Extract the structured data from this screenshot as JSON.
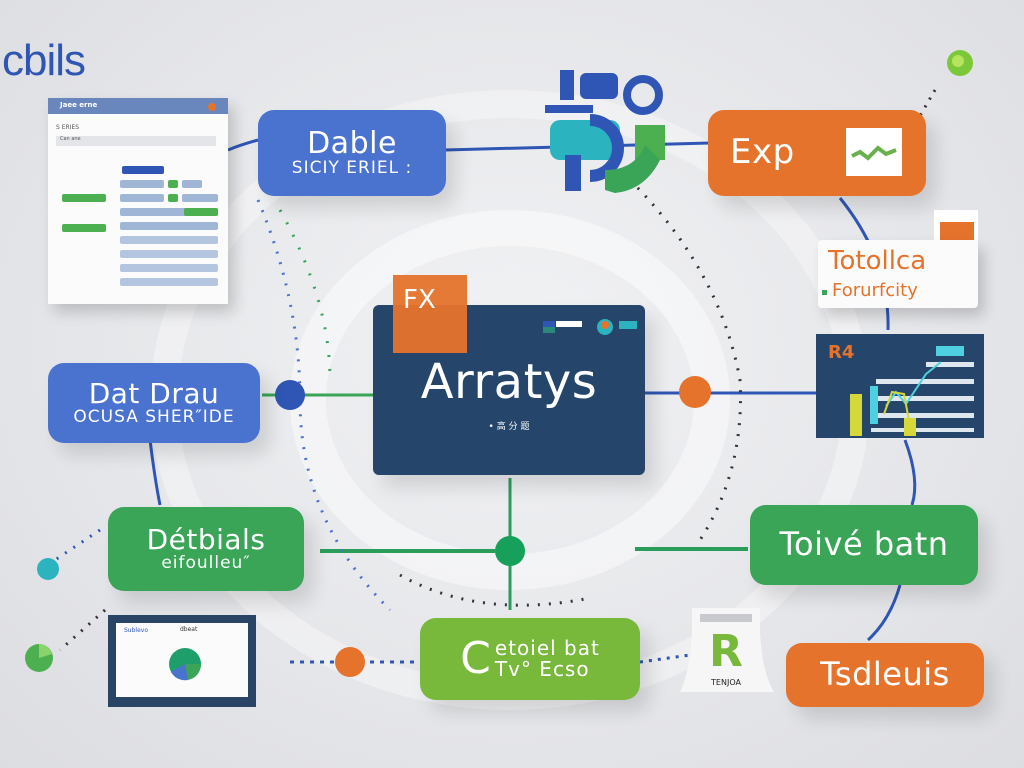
{
  "brand": {
    "logo_text": "cbils"
  },
  "center": {
    "badge": "FX",
    "title": "Arratys",
    "caption": "• 高 分 题",
    "icons": [
      "table-widget-icon",
      "globe-icon",
      "card-icon"
    ]
  },
  "nodes": [
    {
      "id": "dable",
      "line1": "Dable",
      "line2": "SICIY ERIEL :",
      "color": "#4a72cf"
    },
    {
      "id": "exp",
      "line1": "Exp",
      "line2": "",
      "color": "#e5732c"
    },
    {
      "id": "totollca",
      "line1": "Totollca",
      "line2": "Forurfcity",
      "color": "#e5732c"
    },
    {
      "id": "dat-drau",
      "line1": "Dat Drau",
      "line2": "OCUSA SHER″IDE",
      "color": "#4a72cf"
    },
    {
      "id": "detbials",
      "line1": "Détbials",
      "line2": "eifoulleu″",
      "color": "#3aa457"
    },
    {
      "id": "toive-batn",
      "line1": "Toivé batn",
      "line2": "",
      "color": "#3aa457"
    },
    {
      "id": "cetoiel",
      "line1": "C",
      "line2a": "etoiel bat",
      "line2b": "Tv° Ecso",
      "color": "#78b83a"
    },
    {
      "id": "tsdleuis",
      "line1": "Tsdleuis",
      "line2": "",
      "color": "#e5732c"
    }
  ],
  "report_card": {
    "label": "R4",
    "color": "#25466a"
  },
  "r_badge": {
    "letter": "R",
    "caption": "TENJOA"
  },
  "spreadsheet": {
    "title": "Jaee erne",
    "subtitle": "S ERIES",
    "search": "Can ane"
  },
  "pie_panel": {
    "title": "Sublevo",
    "header": "dbeat",
    "pie_values": [
      0.58,
      0.27,
      0.15
    ]
  },
  "colors": {
    "blue": "#2f56b5",
    "orange": "#e5732c",
    "green": "#3aa457",
    "lime": "#78b83a",
    "navy": "#25466a",
    "teal": "#2bb3c0"
  }
}
